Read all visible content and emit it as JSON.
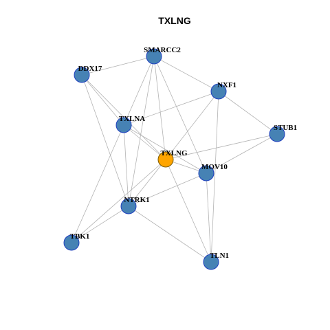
{
  "title": "TXLNG",
  "colors": {
    "hub_fill": "#FFA500",
    "hub_stroke": "#7a5a00",
    "node_fill": "#4682B4",
    "node_stroke": "#1f3fbf",
    "edge": "#b3b3b3"
  },
  "nodes": [
    {
      "id": "TXLNG",
      "label": "TXLNG",
      "hub": true
    },
    {
      "id": "SMARCC2",
      "label": "SMARCC2",
      "hub": false
    },
    {
      "id": "DDX17",
      "label": "DDX17",
      "hub": false
    },
    {
      "id": "NXF1",
      "label": "NXF1",
      "hub": false
    },
    {
      "id": "STUB1",
      "label": "STUB1",
      "hub": false
    },
    {
      "id": "TXLNA",
      "label": "TXLNA",
      "hub": false
    },
    {
      "id": "MOV10",
      "label": "MOV10",
      "hub": false
    },
    {
      "id": "NTRK1",
      "label": "NTRK1",
      "hub": false
    },
    {
      "id": "TBK1",
      "label": "TBK1",
      "hub": false
    },
    {
      "id": "TLN1",
      "label": "TLN1",
      "hub": false
    }
  ],
  "edges": [
    [
      "SMARCC2",
      "DDX17"
    ],
    [
      "SMARCC2",
      "NXF1"
    ],
    [
      "SMARCC2",
      "TXLNA"
    ],
    [
      "SMARCC2",
      "TXLNG"
    ],
    [
      "SMARCC2",
      "NTRK1"
    ],
    [
      "SMARCC2",
      "MOV10"
    ],
    [
      "DDX17",
      "TXLNA"
    ],
    [
      "DDX17",
      "TXLNG"
    ],
    [
      "DDX17",
      "NTRK1"
    ],
    [
      "NXF1",
      "TXLNA"
    ],
    [
      "NXF1",
      "STUB1"
    ],
    [
      "NXF1",
      "TXLNG"
    ],
    [
      "NXF1",
      "TLN1"
    ],
    [
      "STUB1",
      "TXLNG"
    ],
    [
      "STUB1",
      "MOV10"
    ],
    [
      "TXLNA",
      "TXLNG"
    ],
    [
      "TXLNA",
      "NTRK1"
    ],
    [
      "TXLNA",
      "TBK1"
    ],
    [
      "TXLNA",
      "MOV10"
    ],
    [
      "TXLNG",
      "MOV10"
    ],
    [
      "TXLNG",
      "NTRK1"
    ],
    [
      "TXLNG",
      "TBK1"
    ],
    [
      "TXLNG",
      "TLN1"
    ],
    [
      "MOV10",
      "NTRK1"
    ],
    [
      "MOV10",
      "TLN1"
    ],
    [
      "NTRK1",
      "TBK1"
    ],
    [
      "NTRK1",
      "TLN1"
    ]
  ]
}
